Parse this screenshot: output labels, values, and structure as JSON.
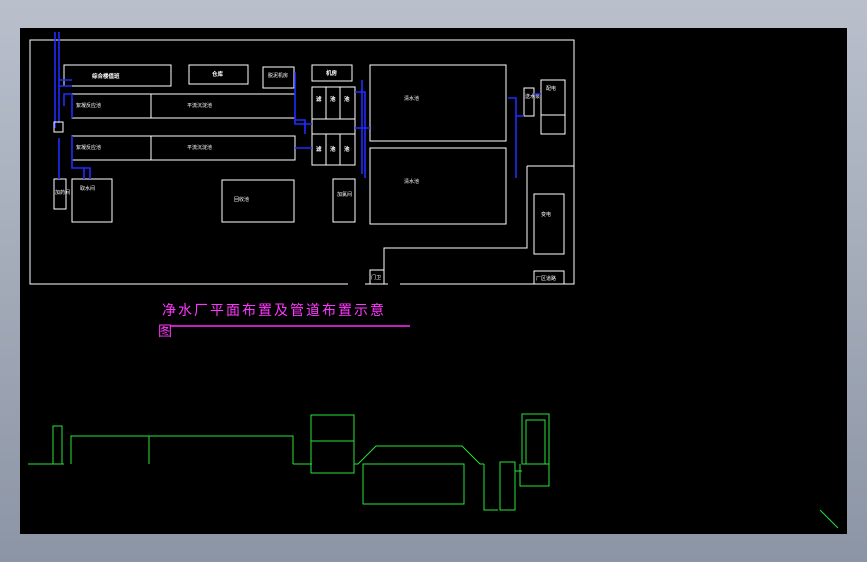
{
  "drawing": {
    "title_line1": "净水厂平面布置及管道布置示意",
    "title_line2": "图"
  },
  "colors": {
    "background": "#000000",
    "outline": "#ffffff",
    "pipe": "#1e2cff",
    "elevation": "#27e33a",
    "title": "#ff38ff"
  },
  "plan_labels": {
    "office": "综合楼值班",
    "warehouse": "仓库",
    "sludge_room": "脱泥机房",
    "pump_room_top": "机房",
    "tank1_front": "絮凝反应池",
    "tank1_back": "平流沉淀池",
    "tank2_front": "絮凝反应池",
    "tank2_back": "平流沉淀池",
    "cell_a": "滤",
    "cell_b": "池",
    "cell_c": "池",
    "cell_d": "滤",
    "cell_e": "池",
    "cell_f": "池",
    "clearwell_1": "清水池",
    "clearwell_2": "清水池",
    "pump_station": "送水泵",
    "dosing": "加药间",
    "intake": "取水间",
    "recycle_tank": "回收池",
    "small_unit": "配电",
    "chlorine": "加氯间",
    "substation": "变电",
    "gate": "门卫",
    "bottom_right": "厂区道路"
  }
}
